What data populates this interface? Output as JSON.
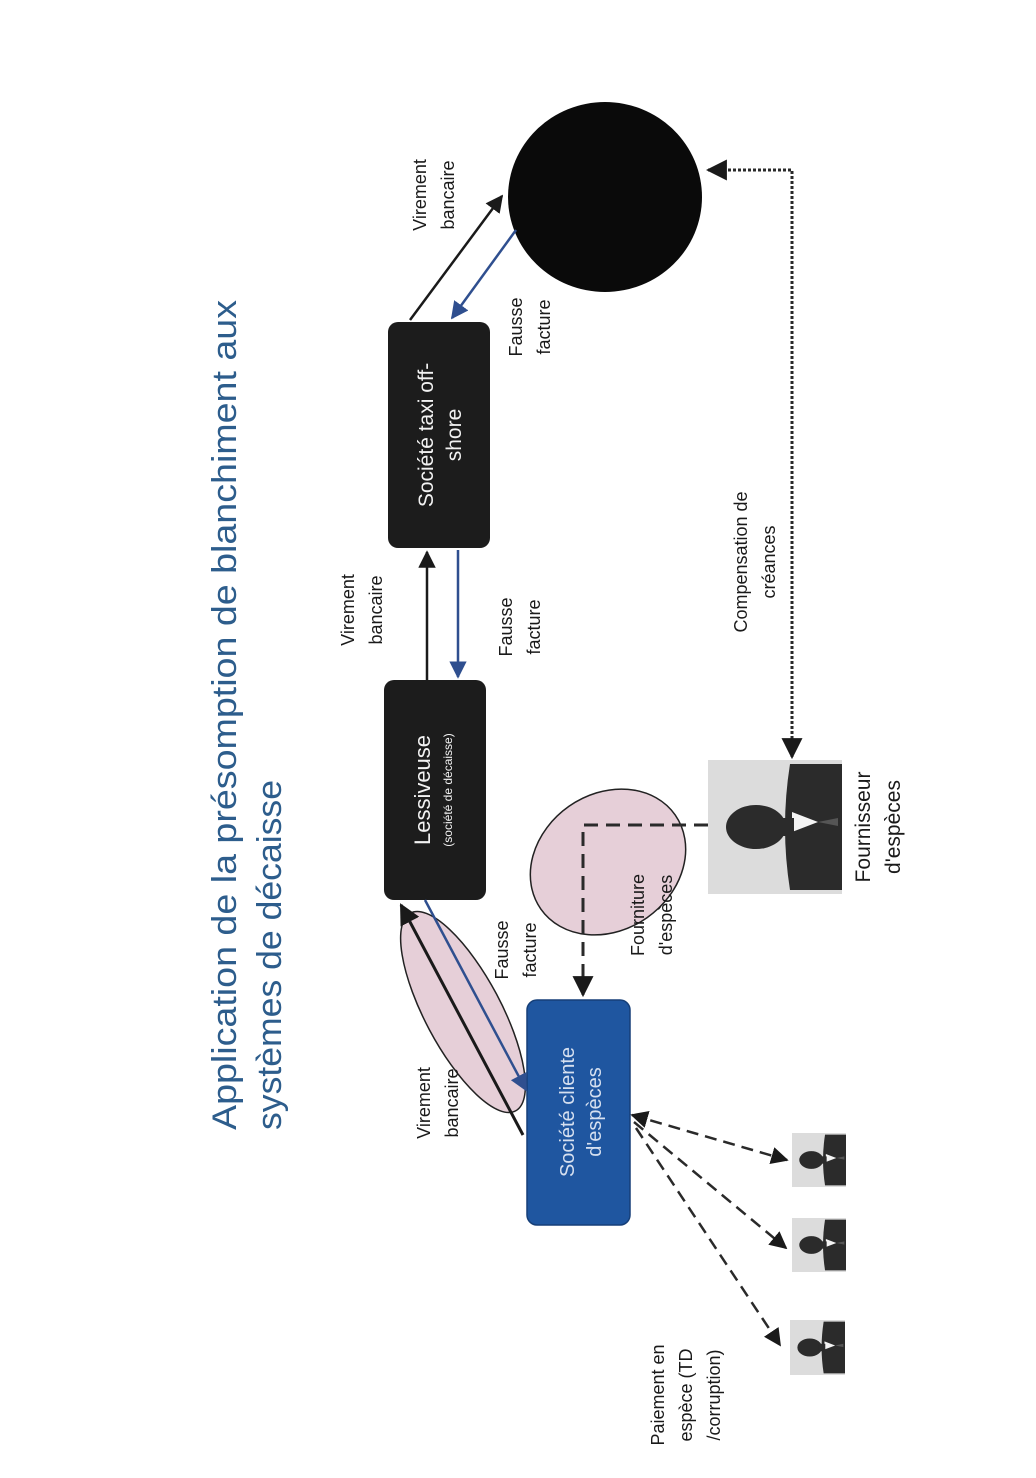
{
  "title": {
    "line1": "Application de la présomption de blanchiment aux",
    "line2": "systèmes de décaisse"
  },
  "nodes": {
    "offshore": {
      "lines": [
        "Société taxi off-",
        "shore"
      ]
    },
    "lessiveuse": {
      "label": "Lessiveuse",
      "sublabel": "(société de décaisse)"
    },
    "cliente": {
      "lines": [
        "Société cliente",
        "d'espèces"
      ]
    },
    "fournisseur": {
      "lines": [
        "Fournisseur",
        "d'espèces"
      ]
    }
  },
  "labels": {
    "virement_top": [
      "Virement",
      "bancaire"
    ],
    "fausse_top": [
      "Fausse",
      "facture"
    ],
    "virement_mid": [
      "Virement",
      "bancaire"
    ],
    "fausse_mid": [
      "Fausse",
      "facture"
    ],
    "fausse_low": [
      "Fausse",
      "facture"
    ],
    "virement_low": [
      "Virement",
      "bancaire"
    ],
    "fourniture": [
      "Fourniture",
      "d'espèces"
    ],
    "compensation": [
      "Compensation de",
      "créances"
    ],
    "paiement": [
      "Paiement en",
      "espèce (TD",
      "/corruption)"
    ]
  },
  "colors": {
    "title": "#2d5d8c",
    "black_box": "#1c1c1c",
    "client_box": "#1f56a0",
    "blue_arrow": "#2f4f8f",
    "pink": "#e6cfd8"
  }
}
